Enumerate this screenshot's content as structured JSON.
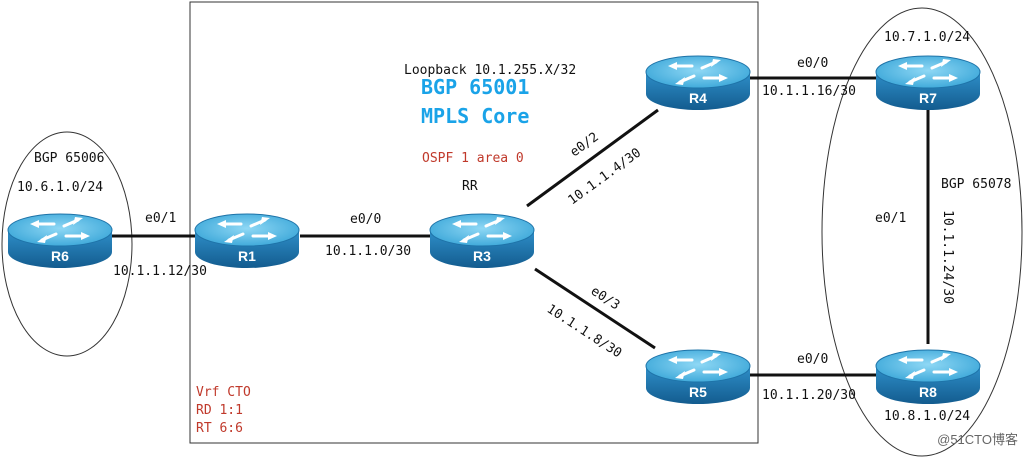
{
  "core_box": {
    "loopback": "Loopback 10.1.255.X/32",
    "bgp": "BGP 65001",
    "mpls": "MPLS Core",
    "ospf": "OSPF 1 area 0",
    "rr": "RR",
    "vrf_lines": [
      "Vrf CTO",
      "RD 1:1",
      "RT 6:6"
    ]
  },
  "left_site": {
    "bgp": "BGP 65006",
    "prefix": "10.6.1.0/24"
  },
  "right_site": {
    "bgp": "BGP 65078",
    "prefix_r7": "10.7.1.0/24",
    "prefix_r8": "10.8.1.0/24"
  },
  "routers": {
    "r1": "R1",
    "r3": "R3",
    "r4": "R4",
    "r5": "R5",
    "r6": "R6",
    "r7": "R7",
    "r8": "R8"
  },
  "links": {
    "r6_r1_if": "e0/1",
    "r6_r1_net": "10.1.1.12/30",
    "r1_r3_if": "e0/0",
    "r1_r3_net": "10.1.1.0/30",
    "r3_r4_if": "e0/2",
    "r3_r4_net": "10.1.1.4/30",
    "r3_r5_if": "e0/3",
    "r3_r5_net": "10.1.1.8/30",
    "r4_r7_if": "e0/0",
    "r4_r7_net": "10.1.1.16/30",
    "r5_r8_if": "e0/0",
    "r5_r8_net": "10.1.1.20/30",
    "r7_r8_if": "e0/1",
    "r7_r8_net": "10.1.1.24/30"
  },
  "watermark": "@51CTO博客",
  "colors": {
    "router_top": "#5bbfe8",
    "router_side": "#1e73a8",
    "core_text": "#1aa3e8",
    "note_red": "#c0392b"
  }
}
